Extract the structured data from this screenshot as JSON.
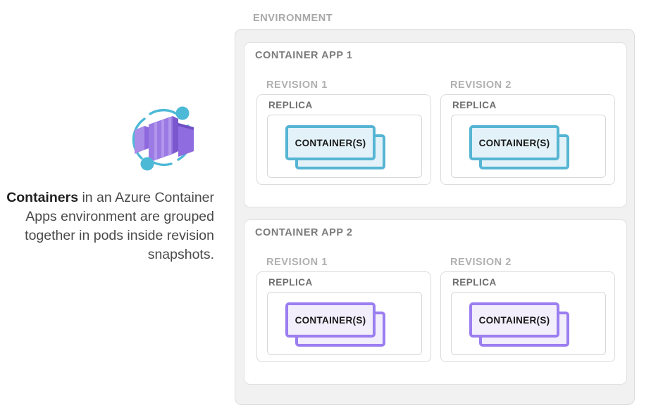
{
  "caption": {
    "bold_word": "Containers",
    "rest": " in an Azure Container Apps environment are grouped together in pods inside revision snapshots."
  },
  "icon": {
    "name": "azure-container-apps-icon",
    "ring_color": "#4cb9d6",
    "box_light": "#a98ce8",
    "box_mid": "#9b7ae4",
    "box_dark": "#6f4fc4"
  },
  "diagram": {
    "environment_label": "ENVIRONMENT",
    "container_apps": [
      {
        "label": "CONTAINER APP 1",
        "theme": "blue",
        "border_color": "#56b5d3",
        "fill_color": "#e2f2f8",
        "revisions": [
          {
            "label": "REVISION 1",
            "replica_label": "REPLICA",
            "container_label": "CONTAINER(S)"
          },
          {
            "label": "REVISION 2",
            "replica_label": "REPLICA",
            "container_label": "CONTAINER(S)"
          }
        ]
      },
      {
        "label": "CONTAINER APP 2",
        "theme": "purple",
        "border_color": "#9b7ef0",
        "fill_color": "#f2eefc",
        "revisions": [
          {
            "label": "REVISION 1",
            "replica_label": "REPLICA",
            "container_label": "CONTAINER(S)"
          },
          {
            "label": "REVISION 2",
            "replica_label": "REPLICA",
            "container_label": "CONTAINER(S)"
          }
        ]
      }
    ]
  },
  "colors": {
    "environment_bg": "#f1f1f1",
    "panel_border": "#dcdcdc",
    "label_light": "#b0b0b0",
    "label_mid": "#7b7b7b",
    "label_dark": "#6e6e6e",
    "text_body": "#4a4a4a"
  }
}
